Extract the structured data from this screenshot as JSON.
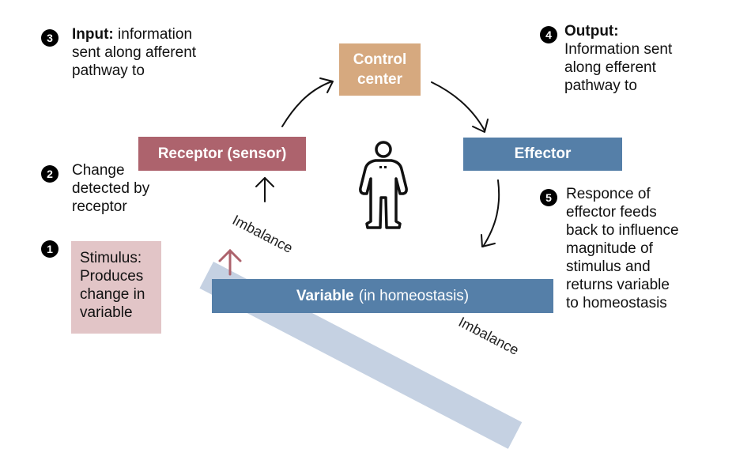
{
  "diagram": {
    "title": "Homeostasis feedback loop",
    "nodes": {
      "control_center": {
        "line1": "Control",
        "line2": "center",
        "color": "#d6a97f"
      },
      "receptor": {
        "label": "Receptor (sensor)",
        "color": "#ad636d"
      },
      "effector": {
        "label": "Effector",
        "color": "#557fa8"
      },
      "variable": {
        "bold": "Variable",
        "rest": "(in homeostasis)",
        "color": "#557fa8"
      },
      "stimulus": {
        "lines": [
          "Stimulus:",
          "Produces",
          "change in",
          "variable"
        ],
        "color": "#e2c5c7"
      }
    },
    "imbalance": {
      "label_top": "Imbalance",
      "label_bottom": "Imbalance",
      "color": "#c5d1e2"
    },
    "steps": [
      {
        "number": "1",
        "text": ""
      },
      {
        "number": "2",
        "lines": [
          "Change",
          "detected by",
          "receptor"
        ]
      },
      {
        "number": "3",
        "bold": "Input:",
        "lines": [
          "information",
          "sent along afferent",
          "pathway to"
        ]
      },
      {
        "number": "4",
        "bold": "Output:",
        "lines": [
          "Information sent",
          "along efferent",
          "pathway to"
        ]
      },
      {
        "number": "5",
        "lines": [
          "Responce of",
          "effector feeds",
          "back to influence",
          "magnitude of",
          "stimulus and",
          "returns variable",
          "to homeostasis"
        ]
      }
    ],
    "icons": {
      "person": "person-icon",
      "stimulus_arrow_color": "#ad636d"
    }
  }
}
